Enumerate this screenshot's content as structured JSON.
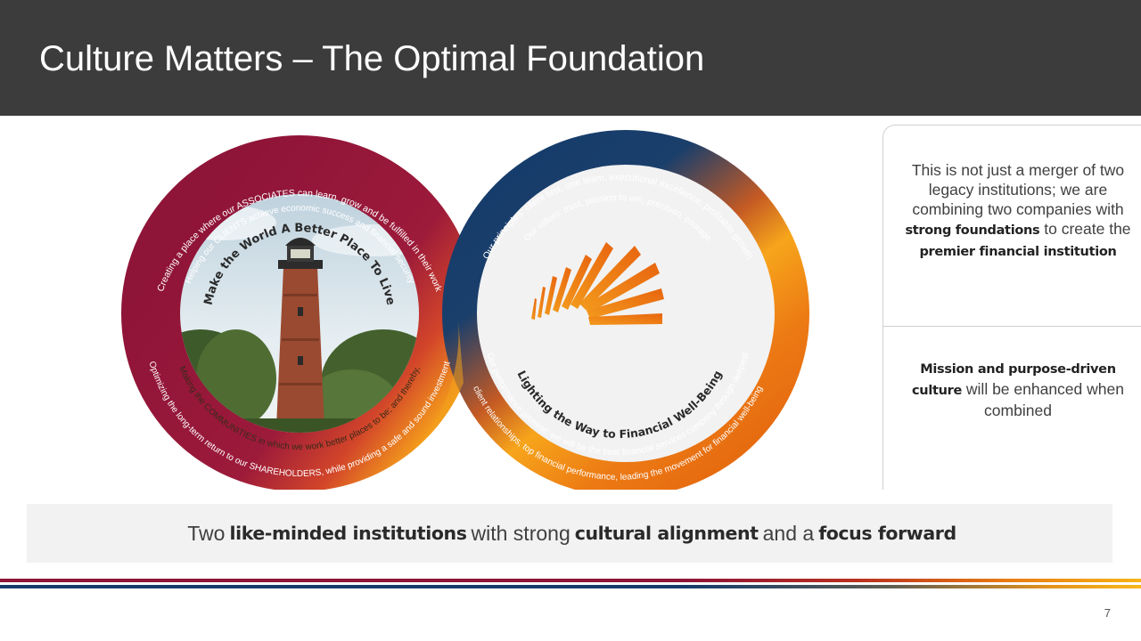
{
  "slide": {
    "title": "Culture Matters – The Optimal Foundation",
    "page_number": "7"
  },
  "left_circle": {
    "outer_top": "Creating a place where our ASSOCIATES can learn, grow and be fulfilled in their work",
    "inner_top": "Helping our CLIENTS achieve economic success and financial security",
    "inner_bottom": "Making the COMMUNITIES in which we work better places to be; and thereby,",
    "outer_bottom": "Optimizing the long-term return to our SHAREHOLDERS, while providing a safe and sound investment",
    "slogan": "Make the World A Better Place To Live",
    "image": "lighthouse-photo"
  },
  "right_circle": {
    "outer_top": "Our principles: client first, one team, executional excellence, profitable growth",
    "inner_top": "Our values: trust, passion to win, precision, courage",
    "inner_bottom": "Our performance promise: we will be the best financial services company through deepest",
    "outer_bottom": "client relationships, top financial performance, leading the movement for financial well-being",
    "slogan": "Lighting the Way to Financial Well-Being",
    "logo": "light-rays-logo"
  },
  "side_panel": {
    "block1": {
      "t1": "This is not just a merger of two legacy institutions; we are combining two companies with",
      "b1": "strong foundations",
      "t2": "to create the",
      "b2": "premier financial institution"
    },
    "block2": {
      "b1": "Mission and purpose-driven culture",
      "t1": "will be enhanced when combined"
    }
  },
  "banner": {
    "t1": "Two",
    "b1": "like-minded institutions",
    "t2": "with strong",
    "b2": "cultural alignment",
    "t3": "and a",
    "b3": "focus forward"
  },
  "colors": {
    "header_bg": "#3c3c3c",
    "brand_red": "#8e1438",
    "brand_navy": "#143b6b",
    "brand_orange": "#e87a13",
    "brand_gold": "#f7b417"
  }
}
